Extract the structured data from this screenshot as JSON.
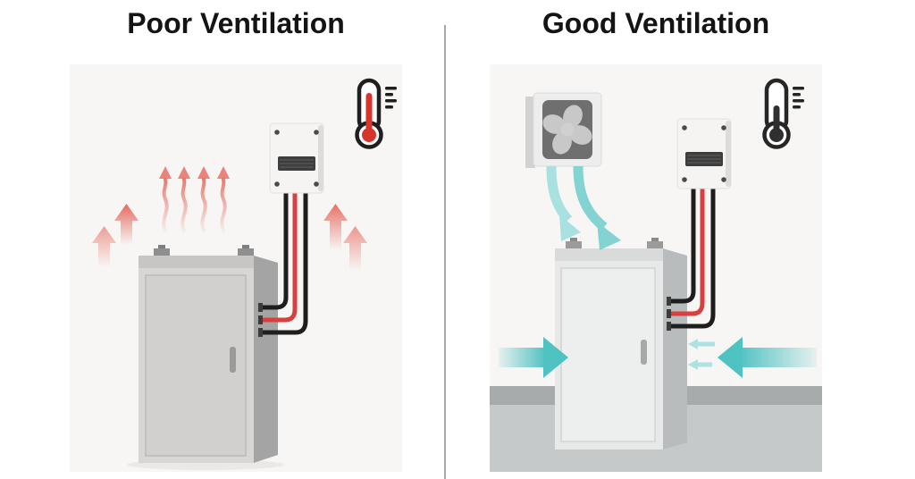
{
  "layout": {
    "page_bg": "#ffffff",
    "panel_bg": "#f7f6f4",
    "divider_color": "#a8a8a8"
  },
  "left_panel": {
    "title": "Poor Ventilation",
    "thermometer": {
      "state": "hot",
      "mercury_color": "#d6352e",
      "outline_color": "#1f1f1f"
    },
    "heat_arrows": {
      "count_wavy": 4,
      "count_block": 4,
      "color": "#e2493d"
    }
  },
  "right_panel": {
    "title": "Good Ventilation",
    "thermometer": {
      "state": "cool",
      "mercury_color": "#303030",
      "outline_color": "#262626"
    },
    "airflow": {
      "fan_arrow_color": "#84d3d3",
      "side_arrow_color": "#4fc2c2"
    },
    "wall_band_color": "#a8abab",
    "floor_color": "#c6c9c9"
  },
  "shared": {
    "cable_red": "#d84040",
    "cable_black": "#1e1e1e",
    "cabinet_front": "#d7d6d5",
    "cabinet_side": "#a4a4a4",
    "inverter_body": "#f5f4f2",
    "inverter_grille": "#3d3d3d",
    "fan_housing": "#ededed",
    "fan_inner": "#6f6f6f",
    "fan_blades": "#c8c8c8"
  },
  "icons": [
    "thermometer-hot-icon",
    "thermometer-cool-icon",
    "exhaust-fan-icon",
    "heat-wavy-arrow-icon",
    "heat-block-arrow-icon",
    "airflow-arrow-icon"
  ]
}
